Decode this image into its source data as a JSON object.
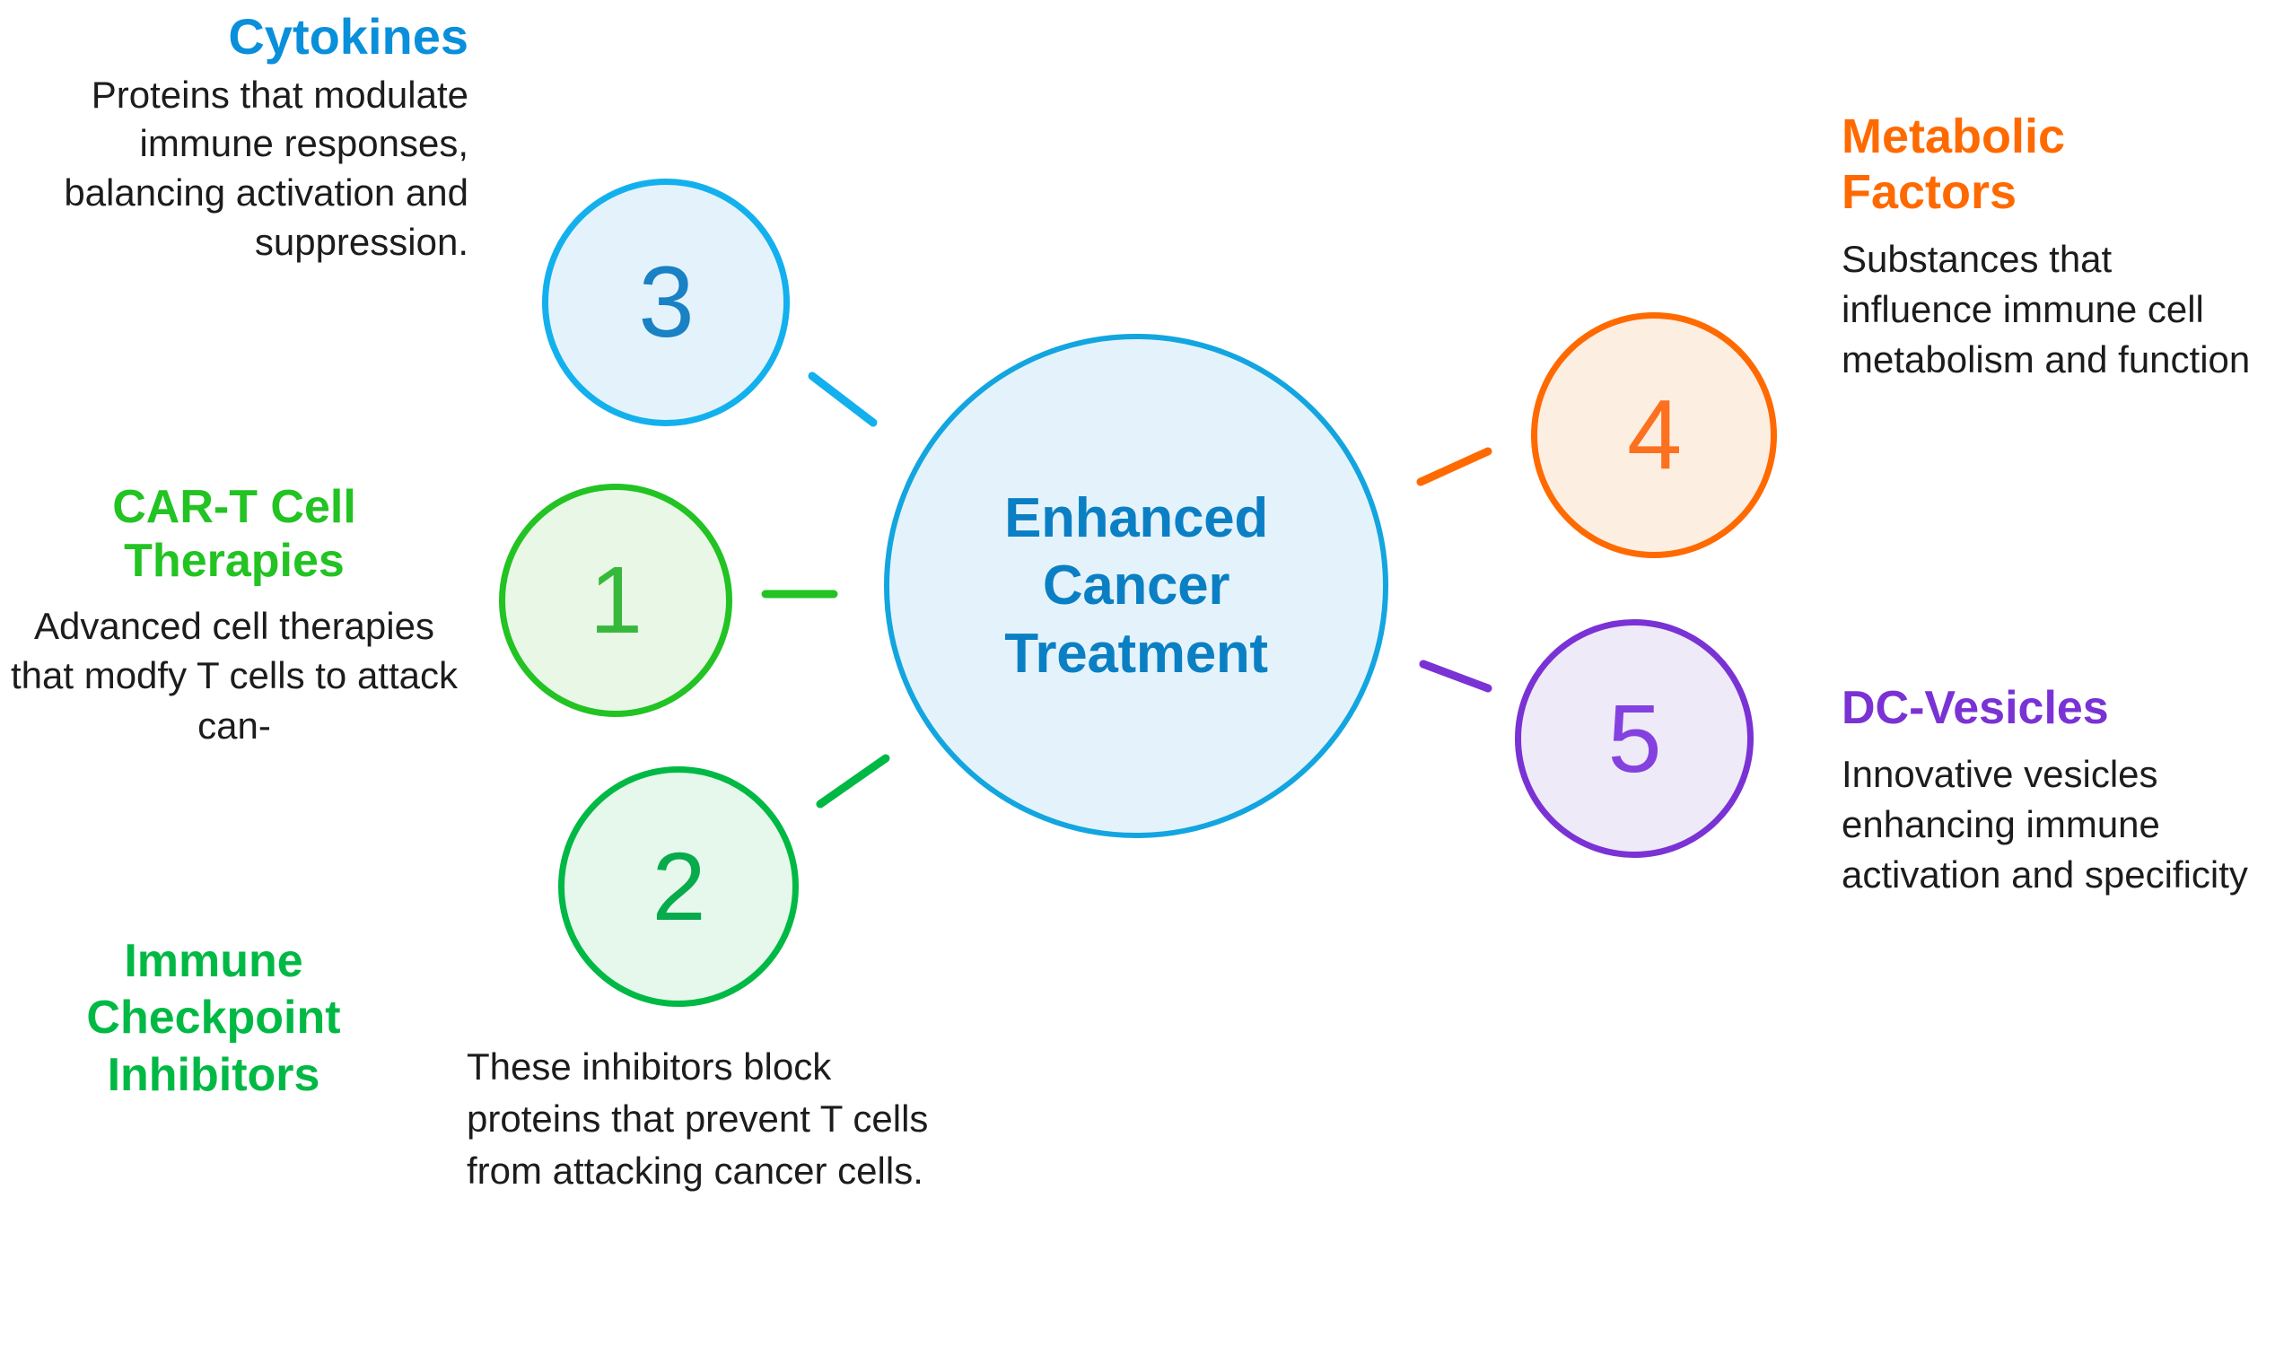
{
  "diagram": {
    "hub": {
      "label_lines": [
        "Enhanced",
        "Cancer",
        "Treatment"
      ],
      "label": "Enhanced Cancer Treatment",
      "accent_color": "#13a5e0",
      "fill_color": "#e4f3fb",
      "text_color": "#0b7fc4"
    },
    "nodes": [
      {
        "number": "1",
        "topic": "CAR-T Cell Therapies",
        "accent_color": "#22c322",
        "fill_color": "#e9f7e7",
        "number_color": "#36b93a"
      },
      {
        "number": "2",
        "topic": "Immune Checkpoint Inhibitors",
        "accent_color": "#00b945",
        "fill_color": "#e6f7ec",
        "number_color": "#07ab4c"
      },
      {
        "number": "3",
        "topic": "Cytokines",
        "accent_color": "#13b0ee",
        "fill_color": "#e4f3fb",
        "number_color": "#1981c4"
      },
      {
        "number": "4",
        "topic": "Metabolic Factors",
        "accent_color": "#ff6a00",
        "fill_color": "#fdeee2",
        "number_color": "#fc7120"
      },
      {
        "number": "5",
        "topic": "DC-Vesicles",
        "accent_color": "#7a32d4",
        "fill_color": "#eeeaf8",
        "number_color": "#8441e0"
      }
    ],
    "blocks": {
      "cytokines": {
        "title": "Cytokines",
        "body": "Proteins that modulate immune responses, balancing activation and suppression.",
        "color": "#0a8fdb"
      },
      "cart": {
        "title_line1": "CAR-T Cell",
        "title_line2": "Therapies",
        "title": "CAR-T Cell Therapies",
        "body": "Advanced cell therapies that modfy T cells to attack can-",
        "color": "#22c322"
      },
      "checkpoint": {
        "title_line1": "Immune",
        "title_line2": "Checkpoint",
        "title_line3": "Inhibitors",
        "title": "Immune Checkpoint Inhibitors",
        "body": "These inhibitors block proteins  that prevent T cells from attacking cancer cells.",
        "color": "#00b945"
      },
      "metabolic": {
        "title_line1": "Metabolic",
        "title_line2": "Factors",
        "title": "Metabolic Factors",
        "body": "Substances that influence immune cell metabolism and function",
        "color": "#ff6a00"
      },
      "dcvesicles": {
        "title": "DC-Vesicles",
        "body": "Innovative vesicles enhancing immune activation and specificity",
        "color": "#7a32d4"
      }
    },
    "connectors": [
      {
        "from": "node-3",
        "to": "hub",
        "color": "#13b0ee"
      },
      {
        "from": "node-1",
        "to": "hub",
        "color": "#22c322"
      },
      {
        "from": "node-2",
        "to": "hub",
        "color": "#00b945"
      },
      {
        "from": "hub",
        "to": "node-4",
        "color": "#ff6a00"
      },
      {
        "from": "hub",
        "to": "node-5",
        "color": "#7a32d4"
      }
    ]
  }
}
